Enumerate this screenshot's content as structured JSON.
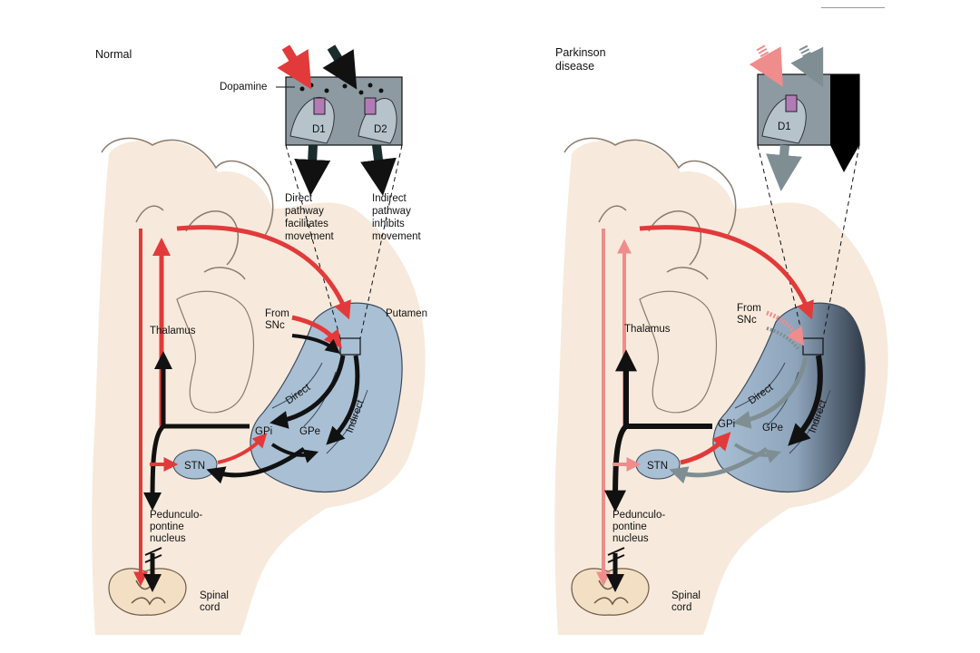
{
  "normal": {
    "title": "Normal",
    "dopamine": "Dopamine",
    "d1": "D1",
    "d2": "D2",
    "direct_caption": [
      "Direct",
      "pathway",
      "facilitates",
      "movement"
    ],
    "indirect_caption": [
      "Indirect",
      "pathway",
      "inhibits",
      "movement"
    ],
    "from_snc": [
      "From",
      "SNc"
    ],
    "putamen": "Putamen",
    "thalamus": "Thalamus",
    "direct": "Direct",
    "indirect": "Indirect",
    "gpi": "GPi",
    "gpe": "GPe",
    "stn": "STN",
    "ppn": [
      "Pedunculo-",
      "pontine",
      "nucleus"
    ],
    "spinal": [
      "Spinal",
      "cord"
    ]
  },
  "parkinson": {
    "title": [
      "Parkinson",
      "disease"
    ],
    "d1": "D1",
    "from_snc": [
      "From",
      "SNc"
    ],
    "thalamus": "Thalamus",
    "direct": "Direct",
    "indirect": "Indirect",
    "gpi": "GPi",
    "gpe": "GPe",
    "stn": "STN",
    "ppn": [
      "Pedunculo-",
      "pontine",
      "nucleus"
    ],
    "spinal": [
      "Spinal",
      "cord"
    ]
  },
  "colors": {
    "background": "#ffffff",
    "tissue": "#f6e6d6",
    "cortex_line": "#8a7b6e",
    "nucleus_blue": "#a9bfd4",
    "excitatory_red": "#e23a3a",
    "inhibitory_black": "#111111",
    "faded_red": "#ef8c8c",
    "faded_gray": "#7f8e92",
    "inset_gray": "#8e9aa2"
  }
}
